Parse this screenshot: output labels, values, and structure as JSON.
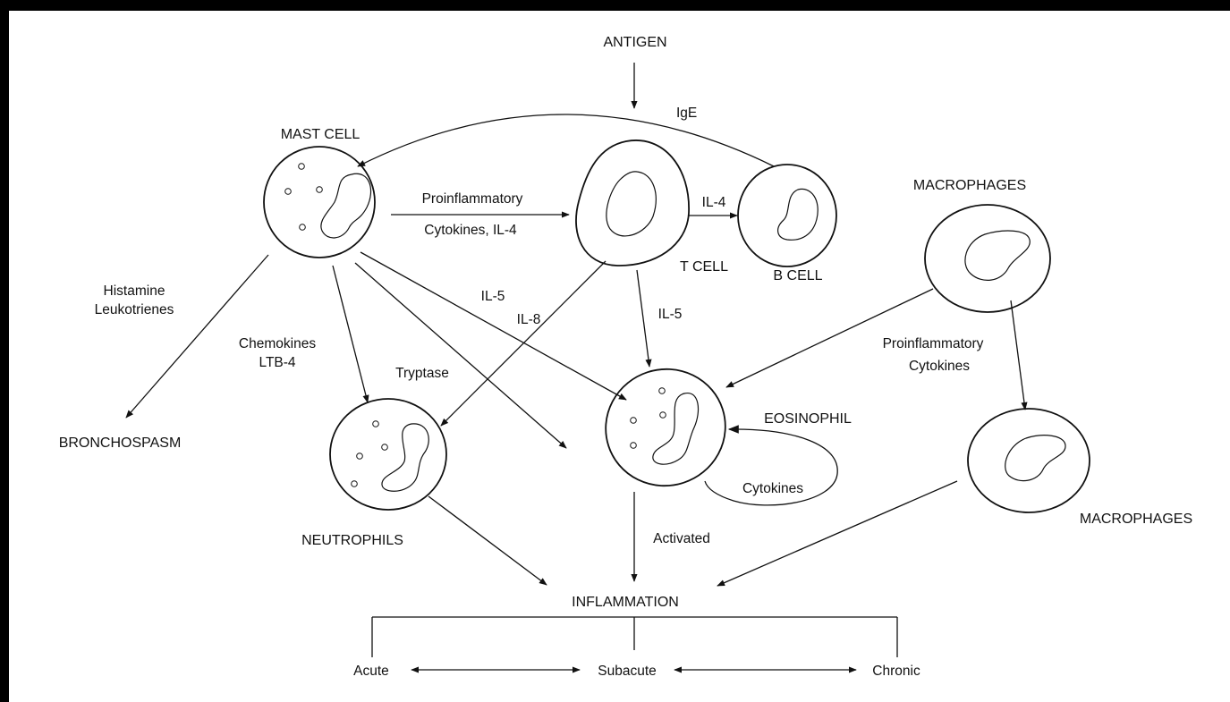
{
  "labels": {
    "antigen": "ANTIGEN",
    "ige": "IgE",
    "mast_cell": "MAST CELL",
    "proinflammatory": "Proinflammatory",
    "cytokines_il4": "Cytokines, IL-4",
    "il4": "IL-4",
    "t_cell": "T CELL",
    "b_cell": "B CELL",
    "macrophages_top": "MACROPHAGES",
    "histamine": "Histamine",
    "leukotrienes": "Leukotrienes",
    "il5_mast": "IL-5",
    "il8": "IL-8",
    "il5_tcell": "IL-5",
    "chemokines": "Chemokines",
    "ltb4": "LTB-4",
    "tryptase": "Tryptase",
    "proinflammatory_macro": "Proinflammatory",
    "cytokines_macro": "Cytokines",
    "bronchospasm": "BRONCHOSPASM",
    "eosinophil": "EOSINOPHIL",
    "cytokines_loop": "Cytokines",
    "neutrophils": "NEUTROPHILS",
    "activated": "Activated",
    "macrophages_bottom": "MACROPHAGES",
    "inflammation": "INFLAMMATION",
    "acute": "Acute",
    "subacute": "Subacute",
    "chronic": "Chronic"
  }
}
